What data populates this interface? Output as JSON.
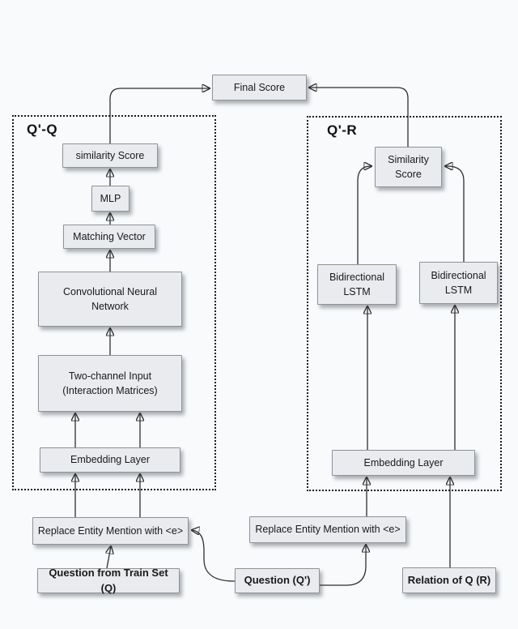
{
  "diagram": {
    "type": "architecture-flowchart",
    "colors": {
      "background": "#f8fafc",
      "node_fill": "#e9ebee",
      "node_border": "#8e949b",
      "line": "#2e2e2e",
      "text": "#191919",
      "group_border": "#1b1b1b"
    },
    "groups": [
      {
        "id": "qq",
        "label": "Q'-Q"
      },
      {
        "id": "qr",
        "label": "Q'-R"
      }
    ],
    "nodes": {
      "final_score": {
        "label": "Final Score"
      },
      "similarity_score_left": {
        "label": "similarity Score"
      },
      "mlp": {
        "label": "MLP"
      },
      "matching_vector": {
        "label": "Matching Vector"
      },
      "cnn": {
        "label": "Convolutional Neural\nNetwork"
      },
      "two_channel_input": {
        "label": "Two-channel Input\n(Interaction Matrices)"
      },
      "embedding_layer_left": {
        "label": "Embedding Layer"
      },
      "replace_entity_left": {
        "label": "Replace Entity Mention with <e>"
      },
      "question_train_set": {
        "label": "Question from Train Set (Q)"
      },
      "similarity_score_right": {
        "label": "Similarity\nScore"
      },
      "bilstm_left": {
        "label": "Bidirectional\nLSTM"
      },
      "bilstm_right": {
        "label": "Bidirectional\nLSTM"
      },
      "embedding_layer_right": {
        "label": "Embedding Layer"
      },
      "replace_entity_right": {
        "label": "Replace Entity Mention with <e>"
      },
      "question_q_prime": {
        "label": "Question (Q')"
      },
      "relation_of_q": {
        "label": "Relation of Q (R)"
      }
    },
    "edges": [
      "similarity_score_left -> final_score",
      "similarity_score_right -> final_score",
      "mlp -> similarity_score_left",
      "matching_vector -> mlp",
      "cnn -> matching_vector",
      "two_channel_input -> cnn",
      "embedding_layer_left -> two_channel_input (x2)",
      "replace_entity_left -> embedding_layer_left (x2)",
      "question_train_set -> replace_entity_left",
      "bilstm_left -> similarity_score_right",
      "bilstm_right -> similarity_score_right",
      "embedding_layer_right -> bilstm_left",
      "embedding_layer_right -> bilstm_right",
      "replace_entity_right -> embedding_layer_right",
      "relation_of_q -> embedding_layer_right",
      "question_q_prime -> replace_entity_left",
      "question_q_prime -> replace_entity_right"
    ]
  }
}
